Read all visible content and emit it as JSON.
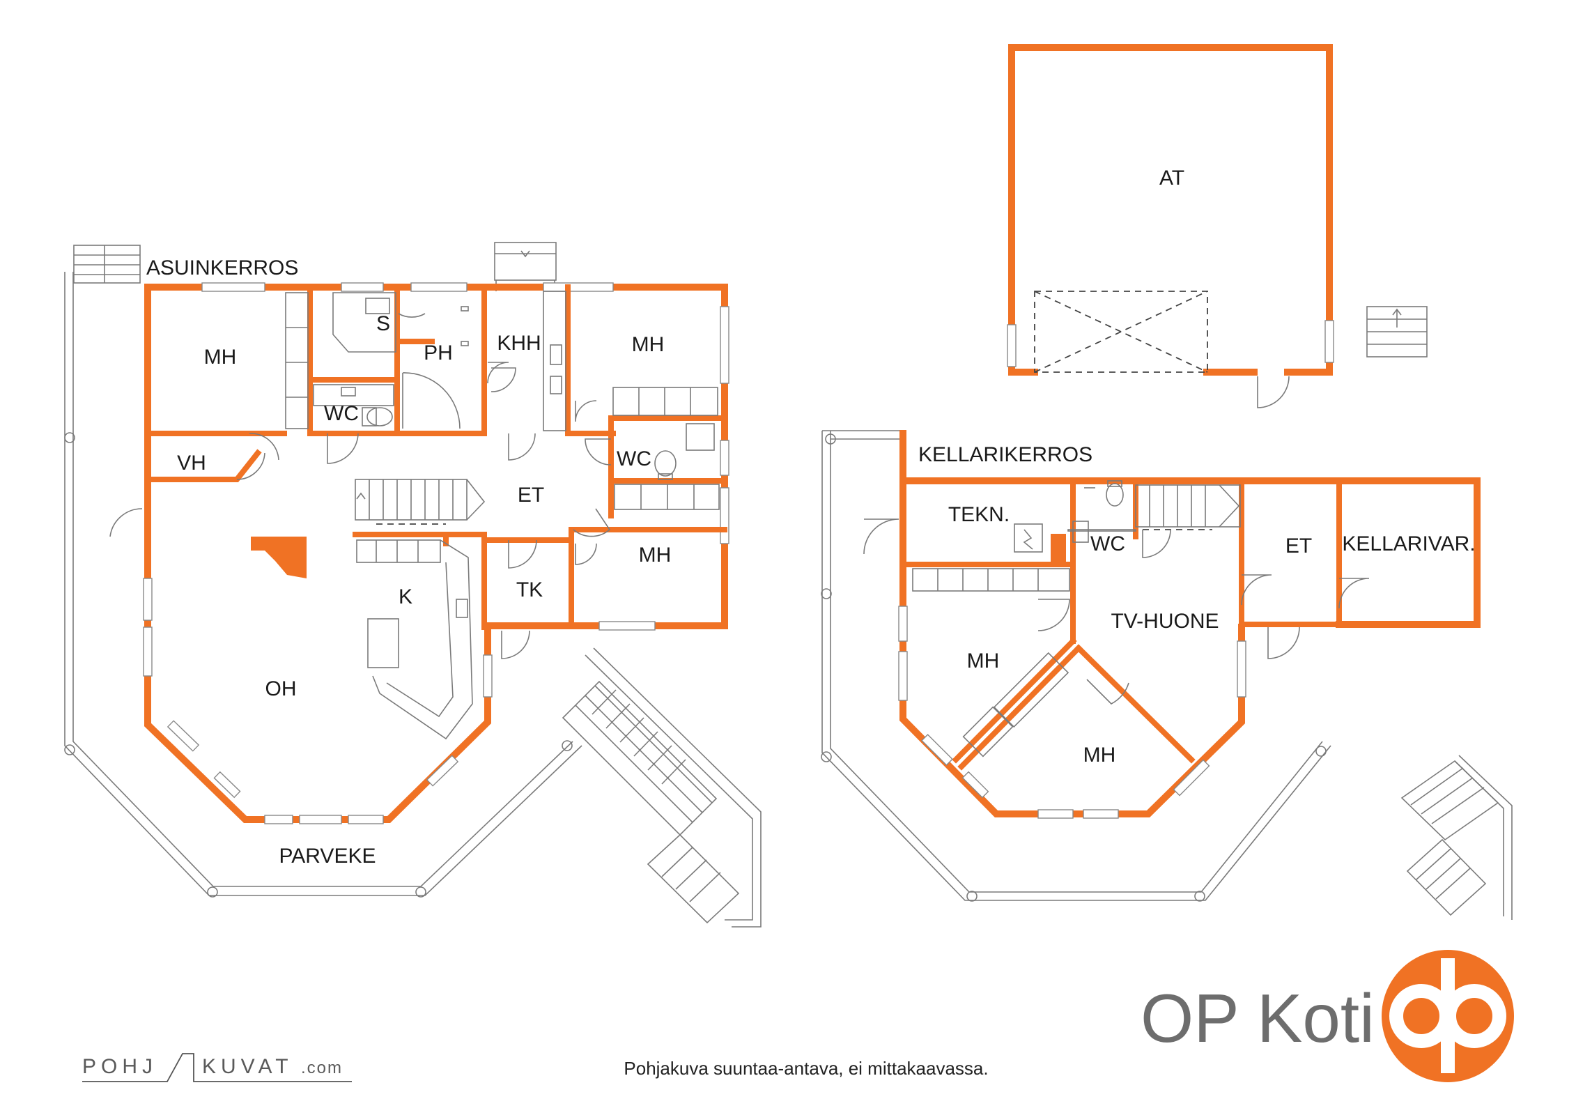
{
  "floors": {
    "main": {
      "title": "ASUINKERROS",
      "rooms": {
        "mh_west": "MH",
        "vh": "VH",
        "s": "S",
        "wc_upper": "WC",
        "ph": "PH",
        "khh": "KHH",
        "mh_northeast": "MH",
        "wc_east": "WC",
        "et": "ET",
        "mh_east": "MH",
        "k": "K",
        "tk": "TK",
        "oh": "OH",
        "parveke": "PARVEKE"
      }
    },
    "basement": {
      "title": "KELLARIKERROS",
      "rooms": {
        "tekn": "TEKN.",
        "wc": "WC",
        "et": "ET",
        "kellarivar": "KELLARIVAR.",
        "tv_huone": "TV-HUONE",
        "mh_west": "MH",
        "mh_south": "MH"
      }
    },
    "garage": {
      "rooms": {
        "at": "AT"
      }
    }
  },
  "branding": {
    "logo_text": "OP Koti",
    "logo_color": "#f07224",
    "watermark_left": "POHJ",
    "watermark_right": "KUVAT",
    "watermark_suffix": ".com"
  },
  "disclaimer": "Pohjakuva suuntaa-antava, ei mittakaavassa.",
  "colors": {
    "wall": "#f07224",
    "line": "#7a7a7a",
    "text": "#1a1a1a"
  }
}
